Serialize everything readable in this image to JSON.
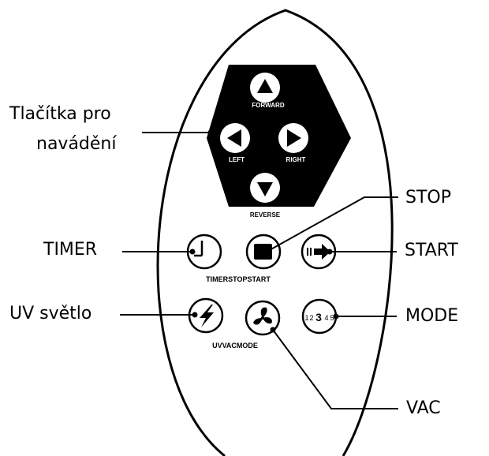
{
  "callouts": {
    "navigation_line1": "Tlačítka pro",
    "navigation_line2": "navádění",
    "timer": "TIMER",
    "uv": "UV světlo",
    "stop": "STOP",
    "start": "START",
    "mode": "MODE",
    "vac": "VAC"
  },
  "remote_labels": {
    "forward": "FORWARD",
    "left": "LEFT",
    "right": "RIGHT",
    "reverse": "REVERSE",
    "row1": "TIMERSTOPSTART",
    "row2": "UVVACMODE"
  },
  "mode_button_digits": [
    "1",
    "2",
    "3",
    "4",
    "5"
  ],
  "icons": {
    "forward": "triangle-up-icon",
    "left": "triangle-left-icon",
    "right": "triangle-right-icon",
    "reverse": "triangle-down-icon",
    "timer": "clock-hand-icon",
    "stop": "stop-square-icon",
    "start": "play-arrow-icon",
    "uv": "lightning-icon",
    "vac": "fan-icon"
  },
  "colors": {
    "ink": "#000000",
    "background": "#ffffff"
  }
}
